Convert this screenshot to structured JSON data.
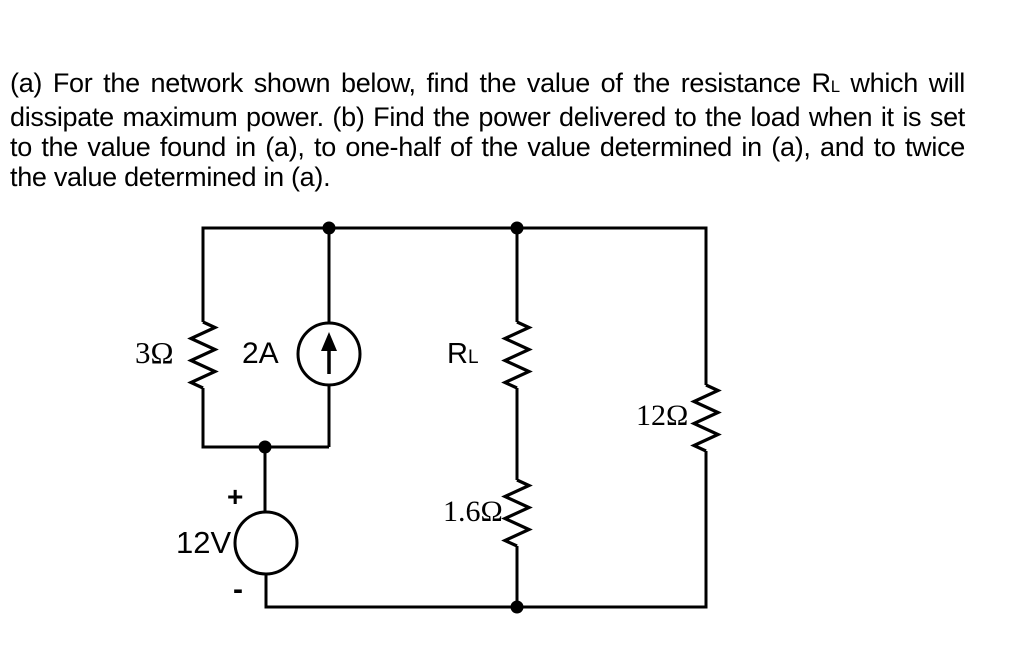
{
  "page": {
    "background": "#ffffff",
    "ink": "#000000"
  },
  "problem": {
    "line1_pre": "(a) For the network shown below, find the value of the resistance R",
    "line1_sub": "L",
    "line1_post": " which will",
    "line2": "dissipate maximum power.  (b) Find the power delivered to the load when it is set",
    "line3": "to the value found in (a), to one-half of the value determined in (a), and to twice",
    "line4": "the value determined in (a)."
  },
  "circuit": {
    "resistor_left_label": "3Ω",
    "current_source_label": "2A",
    "load_resistor_main": "R",
    "load_resistor_sub": "L",
    "resistor_right_label": "12Ω",
    "resistor_bottom_label": "1.6Ω",
    "voltage_source_label": "12V",
    "plus_sign": "+",
    "minus_sign": "-"
  }
}
